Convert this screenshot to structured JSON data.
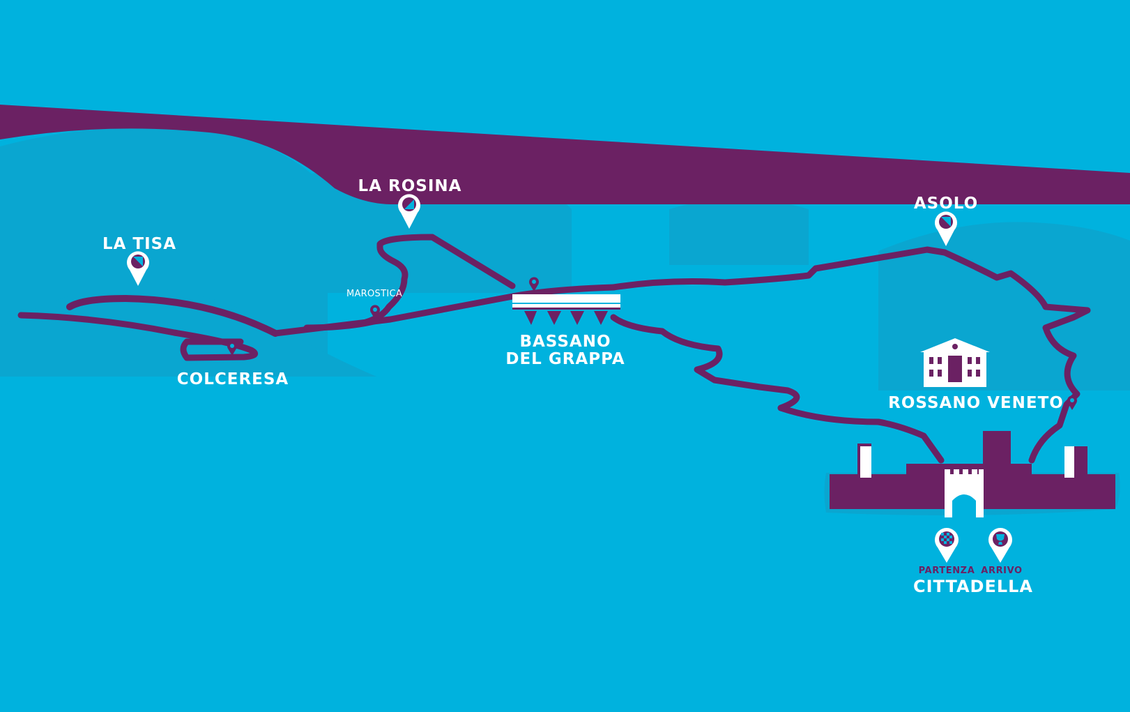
{
  "map": {
    "places": {
      "la_tisa": "LA TISA",
      "la_rosina": "LA ROSINA",
      "asolo": "ASOLO",
      "marostica": "MAROSTICA",
      "colceresa": "COLCERESA",
      "bassano_line1": "BASSANO",
      "bassano_line2": "DEL GRAPPA",
      "rossano_veneto": "ROSSANO VENETO",
      "partenza": "PARTENZA",
      "arrivo": "ARRIVO",
      "cittadella": "CITTADELLA"
    },
    "icons": {
      "climb_marker": "map-pin-icon",
      "town_marker": "small-pin-icon",
      "start_marker": "checkered-flag-pin-icon",
      "finish_marker": "trophy-pin-icon",
      "bridge": "covered-bridge-icon",
      "villa": "villa-building-icon",
      "castle": "city-walls-icon"
    },
    "colors": {
      "background": "#00b2de",
      "route": "#6b2163",
      "hills": "#0aa6d0",
      "text": "#ffffff"
    }
  }
}
